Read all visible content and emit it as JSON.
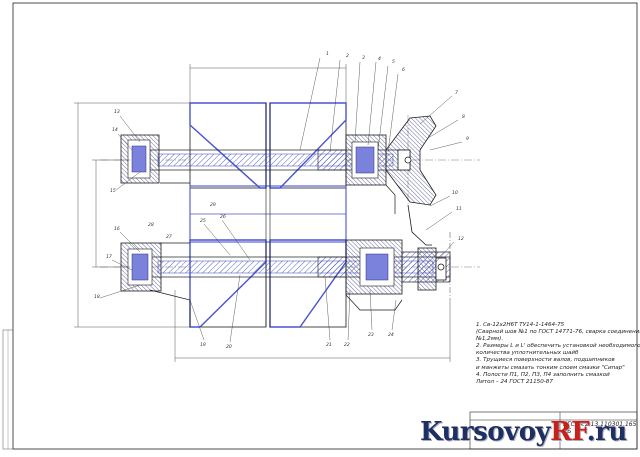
{
  "drawing": {
    "notes": [
      "1. Св-12х2Н6Т ТУ14-1-1464-75",
      "(Сварной шов №1 по ГОСТ 14771-76, сварка соединений",
      "№1,2мм).",
      "2. Размеры L и L' обеспечить установкой необходимого",
      "количества уплотнительных шайб",
      "3. Трущиеся поверхности валов, подшипников",
      "и манжеты смазать тонким слоем смазки \"Сипар\"",
      "4. Полости П1, П2, П3, П4 заполнить смазкой",
      "Литол – 24 ГОСТ 21150-87"
    ],
    "title_block_code": "КГСХА.2.13.110301.165 СБ",
    "callouts": [
      "1",
      "2",
      "3",
      "4",
      "5",
      "6",
      "7",
      "8",
      "9",
      "10",
      "11",
      "12",
      "13",
      "14",
      "15",
      "16",
      "17",
      "18",
      "19",
      "20",
      "21",
      "22",
      "23",
      "24",
      "25",
      "26",
      "27",
      "28",
      "29"
    ]
  },
  "watermark": {
    "text_main": "Kursovoy",
    "text_accent": "RF",
    "text_tail": ".ru"
  },
  "colors": {
    "outline": "#1b1b1b",
    "section_fill": "#6a72d8",
    "hatch": "#3340b8",
    "dim_line": "#444444",
    "watermark_main": "#1d2f63",
    "watermark_accent": "#c8201a"
  }
}
